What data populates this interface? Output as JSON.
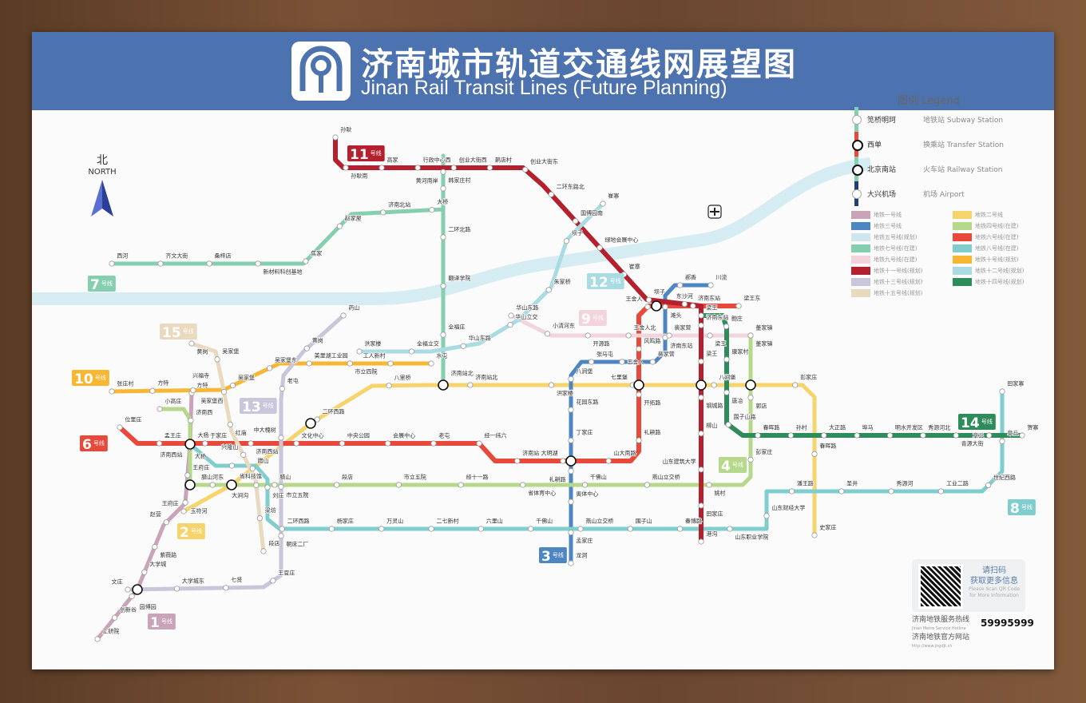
{
  "header": {
    "title_cn": "济南城市轨道交通线网展望图",
    "title_en": "Jinan Rail Transit Lines (Future Planning)",
    "logo_icon": "jinan-metro-logo"
  },
  "compass": {
    "label_cn": "北",
    "label_en": "NORTH",
    "icon": "north-arrow-icon"
  },
  "legend": {
    "title": "图例 Legend",
    "symbols": [
      {
        "station": "笕桥明珂",
        "desc": "地铁站 Subway Station"
      },
      {
        "station": "西单",
        "desc": "换乘站 Transfer Station"
      },
      {
        "station": "北京南站",
        "desc": "火车站 Railway Station"
      },
      {
        "station": "大兴机场",
        "desc": "机场 Airport"
      }
    ],
    "lines": [
      {
        "label": "地铁一号线",
        "color": "#c9a3b8"
      },
      {
        "label": "地铁二号线",
        "color": "#f7d36b"
      },
      {
        "label": "地铁三号线",
        "color": "#4d86c0"
      },
      {
        "label": "地铁四号线(在建)",
        "color": "#b5d88a"
      },
      {
        "label": "地铁五号线(规划)",
        "color": "#cfe6ee"
      },
      {
        "label": "地铁六号线(在建)",
        "color": "#e8493a"
      },
      {
        "label": "地铁七号线(在建)",
        "color": "#86cfae"
      },
      {
        "label": "地铁八号线(在建)",
        "color": "#7fcdcd"
      },
      {
        "label": "地铁九号线(在建)",
        "color": "#f3d3dc"
      },
      {
        "label": "地铁十号线(规划)",
        "color": "#f7b733"
      },
      {
        "label": "地铁十一号线(规划)",
        "color": "#b5202e"
      },
      {
        "label": "地铁十二号线(规划)",
        "color": "#a9dbe3"
      },
      {
        "label": "地铁十三号线(规划)",
        "color": "#c9c6dc"
      },
      {
        "label": "地铁十四号线(规划)",
        "color": "#2e8b5a"
      },
      {
        "label": "地铁十五号线(规划)",
        "color": "#e8d9bf"
      }
    ]
  },
  "map_lines": [
    {
      "id": "l1",
      "badge": "1",
      "badge_sub": "号线",
      "color": "#c9a3b8",
      "stations": [
        "工研院",
        "创新谷",
        "园博园",
        "大学城",
        "紫薇路",
        "赵营",
        "玉符河",
        "王府庄",
        "大杨",
        "济南西",
        "方特"
      ]
    },
    {
      "id": "l2",
      "badge": "2",
      "badge_sub": "号线",
      "color": "#f7d36b",
      "stations": [
        "王府庄",
        "腊山",
        "二环西路",
        "八里桥",
        "济南站北",
        "洪家楼",
        "七里堡",
        "八涧堡",
        "彭家庄",
        "春晖路",
        "史家庄"
      ]
    },
    {
      "id": "l3",
      "badge": "3",
      "badge_sub": "号线",
      "color": "#4d86c0",
      "stations": [
        "龙洞",
        "孟家庄",
        "奥体中心",
        "礼耕路",
        "丁家庄",
        "花园东路",
        "八涧堡",
        "张马屯",
        "王舍人",
        "裴家营",
        "济南东站",
        "滩头",
        "郝香",
        "川流"
      ]
    },
    {
      "id": "l4",
      "badge": "4",
      "badge_sub": "号线",
      "color": "#b5d88a",
      "stations": [
        "小高庄",
        "大杨",
        "腊山河东",
        "腊山",
        "段店",
        "市立五院",
        "经十一路",
        "省体育中心",
        "千佛山",
        "燕山立交桥",
        "姚村",
        "彭家庄",
        "郭店",
        "董家镇"
      ]
    },
    {
      "id": "l6",
      "badge": "6",
      "badge_sub": "号线",
      "color": "#e8493a",
      "stations": [
        "位里庄",
        "孟王庄",
        "于家庄",
        "济南西站",
        "文化中心",
        "中央公园",
        "会展中心",
        "老屯",
        "经一纬六",
        "济南站",
        "大明湖",
        "山大南路",
        "礼耕路",
        "开拓路",
        "风鸣路",
        "王舍人",
        "济南东站",
        "梁王东"
      ]
    },
    {
      "id": "l7",
      "badge": "7",
      "badge_sub": "号线",
      "color": "#86cfae",
      "stations": [
        "西河",
        "齐文大街",
        "桑梓店",
        "新材料科创基地",
        "焦家",
        "赵家屋",
        "济南北站",
        "大桥",
        "韩家庄村",
        "黄河南岸",
        "二环北路",
        "翻译学院",
        "全福庄",
        "济南站北"
      ]
    },
    {
      "id": "l8",
      "badge": "8",
      "badge_sub": "号线",
      "color": "#7fcdcd",
      "stations": [
        "济南西站",
        "省科技馆",
        "刘庄",
        "二环西路",
        "杨家庄",
        "万灵山",
        "二七新村",
        "六里山",
        "千佛山",
        "燕山立交桥",
        "围子山",
        "春博路",
        "山东职业学院",
        "山东财经大学",
        "潘王路",
        "圣井",
        "秀源河",
        "工业二路",
        "世纪西路",
        "章丘",
        "田家寨"
      ]
    },
    {
      "id": "l9",
      "badge": "9",
      "badge_sub": "号线",
      "color": "#f3d3dc",
      "stations": [
        "华山东路",
        "小清河东",
        "开源路",
        "王舍人北",
        "裴家营",
        "梁王",
        "董家镇"
      ]
    },
    {
      "id": "l10",
      "badge": "10",
      "badge_sub": "号线",
      "color": "#f7b733",
      "stations": [
        "张庄村",
        "方特",
        "吴家堡西",
        "吴家堡",
        "吴家堡东",
        "美里湖工业园",
        "市立四院",
        "工人新村",
        "水屯"
      ]
    },
    {
      "id": "l11",
      "badge": "11",
      "badge_sub": "号线",
      "color": "#b5202e",
      "stations": [
        "孙耿",
        "孙耿南",
        "高家",
        "行政中心西",
        "创业大街西",
        "鹊店村",
        "创业大街东",
        "二环东路北",
        "国博园南",
        "绿地会展中心",
        "崔寨",
        "坝子",
        "东沙河",
        "济南东站",
        "梁王",
        "钢城路",
        "柳山",
        "山东建筑大学",
        "田家庄",
        "港沟"
      ]
    },
    {
      "id": "l12",
      "badge": "12",
      "badge_sub": "号线",
      "color": "#a9dbe3",
      "stations": [
        "崔寨",
        "坝子",
        "朱家桥",
        "华山立交",
        "华山东路",
        "全福立交",
        "洪家楼"
      ]
    },
    {
      "id": "l13",
      "badge": "13",
      "badge_sub": "号线",
      "color": "#c9c6dc",
      "stations": [
        "药山",
        "黄岗",
        "老屯",
        "中大槐树",
        "市立五院",
        "朝床二厂",
        "王官庄",
        "七贤",
        "大学城东",
        "文庄"
      ]
    },
    {
      "id": "l14",
      "badge": "14",
      "badge_sub": "号线",
      "color": "#2e8b5a",
      "stations": [
        "梁王",
        "鲍庄",
        "康家村",
        "唐冶",
        "围子山路",
        "春晖路",
        "孙村",
        "大正路",
        "埠马",
        "明水开发区",
        "秀源河北",
        "青源大街",
        "章丘",
        "贺寨"
      ]
    },
    {
      "id": "l15",
      "badge": "15",
      "badge_sub": "号线",
      "color": "#e8d9bf",
      "stations": [
        "黄岗",
        "吴家堡",
        "兴福寺",
        "红庙",
        "兴隆山",
        "大涧沟",
        "梁坊",
        "段店"
      ]
    }
  ],
  "river_color": "#d6ecf3",
  "info": {
    "qr_cn_1": "请扫码",
    "qr_cn_2": "获取更多信息",
    "qr_en": "Please Scan QR Code for More Information",
    "hotline_cn": "济南地铁服务热线",
    "hotline_en": "Jinan Metro Service Hotline",
    "hotline_number": "59995999",
    "website_cn": "济南地铁官方网站",
    "website_url": "http://www.jngdjt.cn"
  }
}
